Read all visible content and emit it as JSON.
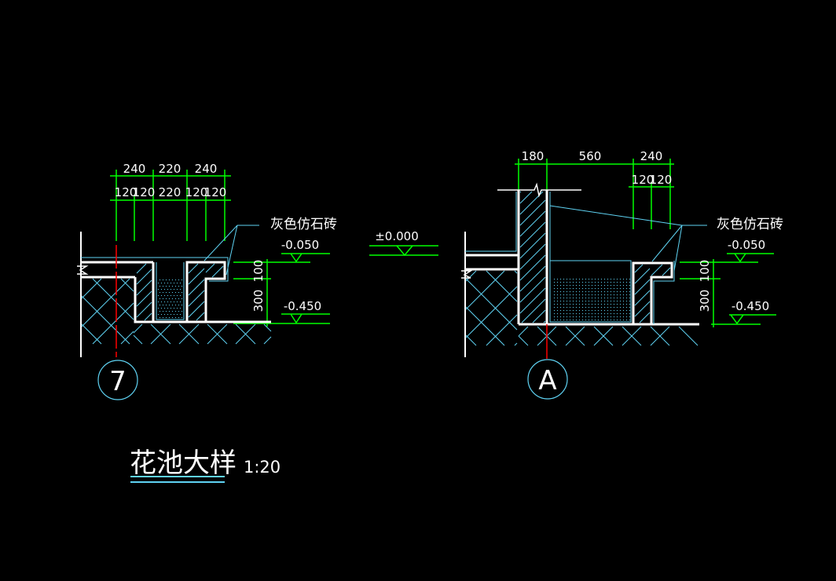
{
  "colors": {
    "background": "#000000",
    "outline": "#ffffff",
    "dimension": "#00ff00",
    "hatch": "#5fd3f3",
    "axis": "#ff0000"
  },
  "detail_left": {
    "axis_label": "7",
    "dims_top": [
      "240",
      "220",
      "240"
    ],
    "dims_second": [
      "120",
      "120",
      "220",
      "120",
      "120"
    ],
    "dims_vertical": [
      "100",
      "300"
    ],
    "material_label": "灰色仿石砖",
    "elev_top": "-0.050",
    "elev_bottom": "-0.450"
  },
  "datum": {
    "elev": "±0.000"
  },
  "detail_right": {
    "axis_label": "A",
    "dims_top": [
      "180",
      "560",
      "240"
    ],
    "dims_second": [
      "120",
      "120"
    ],
    "dims_vertical": [
      "100",
      "300"
    ],
    "material_label": "灰色仿石砖",
    "elev_top": "-0.050",
    "elev_bottom": "-0.450"
  },
  "title": {
    "text": "花池大样",
    "scale": "1:20"
  }
}
